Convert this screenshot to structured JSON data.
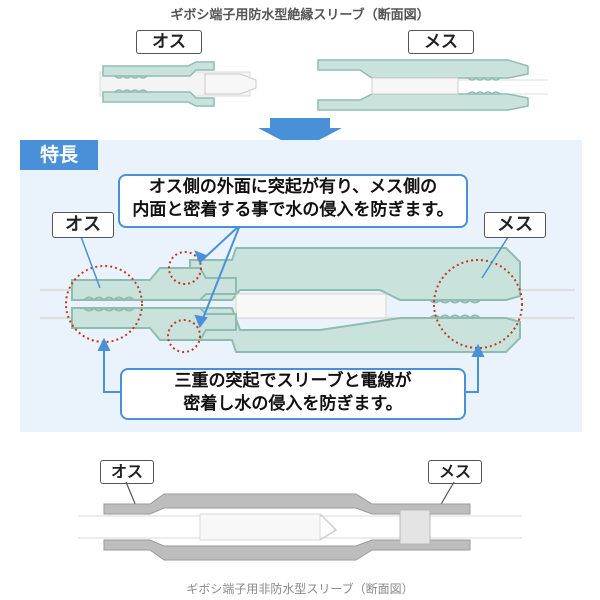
{
  "top": {
    "title": "ギボシ端子用防水型絶縁スリーブ（断面図）",
    "male_label": "オス",
    "female_label": "メス"
  },
  "feature": {
    "label": "特長",
    "callout_top": [
      "オス側の外面に突起が有り、メス側の",
      "内面と密着する事で水の侵入を防ぎます。"
    ],
    "male_label": "オス",
    "female_label": "メス",
    "callout_bottom": [
      "三重の突起でスリーブと電線が",
      "密着し水の侵入を防ぎます。"
    ]
  },
  "bottom": {
    "male_label": "オス",
    "female_label": "メス",
    "title": "ギボシ端子用非防水型スリーブ（断面図）"
  },
  "colors": {
    "accent": "#4a90d9",
    "sleeve_fill": "#c9e3dc",
    "sleeve_stroke": "#8fbcb0",
    "circle": "#c0392b",
    "grey_sleeve": "#bdbdbd"
  }
}
